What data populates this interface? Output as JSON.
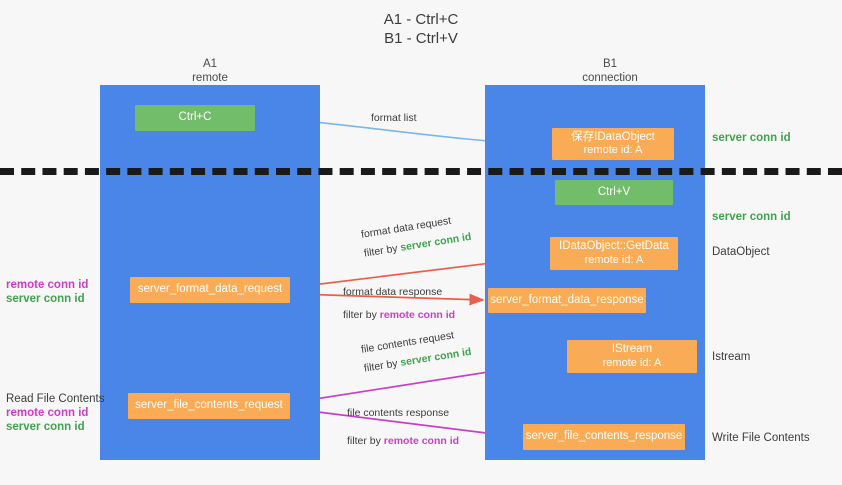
{
  "title": "A1 - Ctrl+C\nB1 - Ctrl+V",
  "colors": {
    "lane": "#4a86e8",
    "node_green": "#72bd6a",
    "node_orange": "#f9ab55",
    "server_conn_id": "#3fa34d",
    "remote_conn_id": "#c740c7",
    "separator": "#1a1a1a",
    "background": "#f7f7f7"
  },
  "columns": [
    {
      "id": "a1",
      "title": "A1",
      "subtitle": "remote",
      "heading": "A1\nremote"
    },
    {
      "id": "b1",
      "title": "B1",
      "subtitle": "connection",
      "heading": "B1\nconnection"
    }
  ],
  "nodes": {
    "ctrl_c": {
      "label": "Ctrl+C",
      "color": "green"
    },
    "save_idataobject": {
      "line1": "保存IDataObject",
      "line2": "remote id: A",
      "color": "orange"
    },
    "ctrl_v": {
      "label": "Ctrl+V",
      "color": "green"
    },
    "getdata": {
      "line1": "IDataObject::GetData",
      "line2": "remote id: A",
      "color": "orange"
    },
    "istream": {
      "line1": "IStream",
      "line2": "remote id: A",
      "color": "orange"
    },
    "server_format_data_request": {
      "label": "server_format_data_request",
      "color": "orange"
    },
    "server_format_data_response": {
      "label": "server_format_data_response",
      "color": "orange"
    },
    "server_file_contents_request": {
      "label": "server_file_contents_request",
      "color": "orange"
    },
    "server_file_contents_response": {
      "label": "server_file_contents_response",
      "color": "orange"
    }
  },
  "edge_labels": {
    "format_list": "format list",
    "format_data_request": "format data request",
    "format_data_request_filter_prefix": "filter by ",
    "format_data_request_filter_value": "server conn id",
    "format_data_response": "format data response",
    "format_data_response_filter_prefix": "filter by ",
    "format_data_response_filter_value": "remote conn id",
    "file_contents_request": "file contents request",
    "file_contents_request_filter_prefix": "filter by ",
    "file_contents_request_filter_value": "server conn id",
    "file_contents_response": "file contents response",
    "file_contents_response_filter_prefix": "filter by ",
    "file_contents_response_filter_value": "remote conn id"
  },
  "side_annotations": {
    "server_conn_id_top": "server conn id",
    "server_conn_id_mid": "server conn id",
    "data_object": "DataObject",
    "istream": "Istream",
    "write_file_contents": "Write File Contents"
  },
  "left_annotations": {
    "block1_remote": "remote conn id",
    "block1_server": "server conn id",
    "read_file_contents": "Read File Contents",
    "block2_remote": "remote conn id",
    "block2_server": "server conn id"
  }
}
